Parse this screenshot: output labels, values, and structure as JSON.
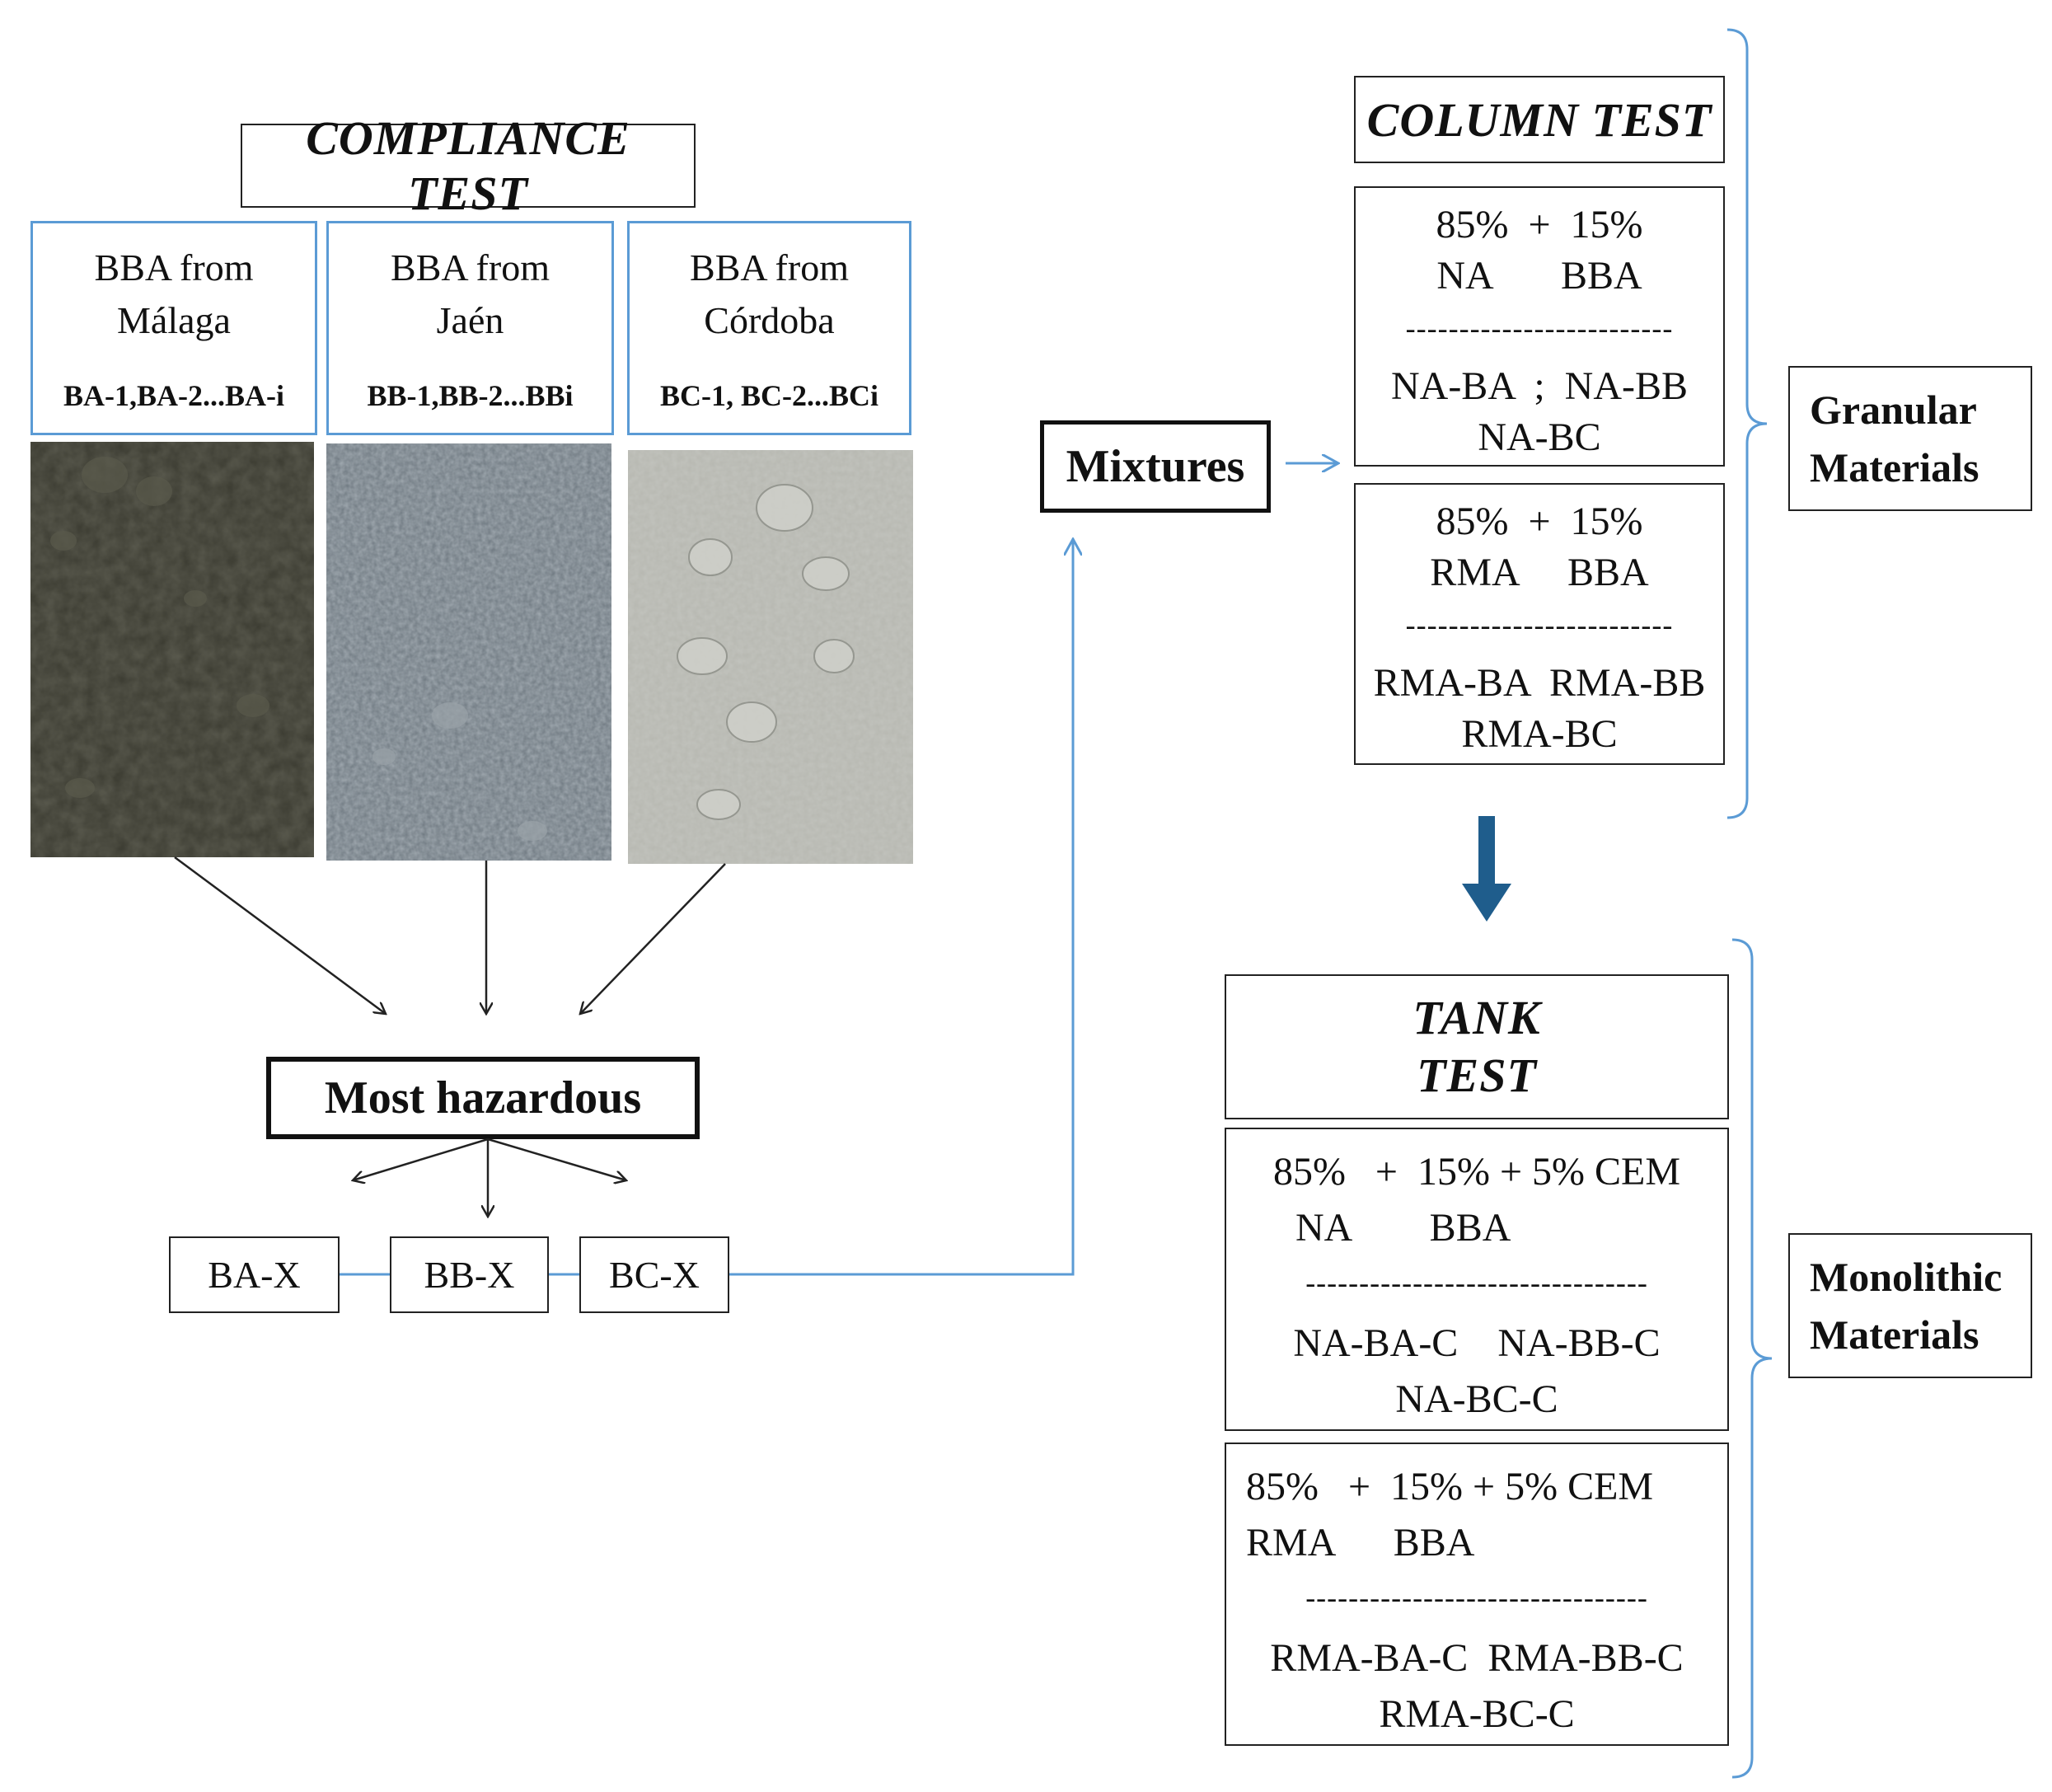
{
  "compliance": {
    "title": "COMPLIANCE TEST",
    "sources": [
      {
        "line1": "BBA from",
        "line2": "Málaga",
        "codes": "BA-1,BA-2...BA-i"
      },
      {
        "line1": "BBA from",
        "line2": "Jaén",
        "codes": "BB-1,BB-2...BBi"
      },
      {
        "line1": "BBA from",
        "line2": "Córdoba",
        "codes": "BC-1, BC-2...BCi"
      }
    ],
    "most_hazardous": "Most hazardous",
    "selected": [
      "BA-X",
      "BB-X",
      "BC-X"
    ]
  },
  "mixtures_label": "Mixtures",
  "column": {
    "title": "COLUMN TEST",
    "boxes": [
      {
        "ratio": "85%  +  15%",
        "materials": "NA       BBA",
        "dashes": "-------------------------",
        "line1": "NA-BA  ;  NA-BB",
        "line2": "NA-BC"
      },
      {
        "ratio": "85%  +  15%",
        "materials": "RMA     BBA",
        "dashes": "-------------------------",
        "line1": "RMA-BA  RMA-BB",
        "line2": "RMA-BC"
      }
    ]
  },
  "tank": {
    "title_line1": "TANK",
    "title_line2": "TEST",
    "boxes": [
      {
        "ratio": "85%   +  15% + 5% CEM",
        "materials": "NA        BBA",
        "dashes": "--------------------------------",
        "line1": "NA-BA-C    NA-BB-C",
        "line2": "NA-BC-C"
      },
      {
        "ratio": "85%   +  15% + 5% CEM",
        "materials": "RMA      BBA",
        "dashes": "--------------------------------",
        "line1": "RMA-BA-C  RMA-BB-C",
        "line2": "RMA-BC-C"
      }
    ]
  },
  "side_labels": {
    "granular_line1": "Granular",
    "granular_line2": "Materials",
    "monolithic_line1": "Monolithic",
    "monolithic_line2": "Materials"
  },
  "colors": {
    "blue_border": "#5b9bd5",
    "dark_arrow": "#1f5d8c",
    "photo_malaga": "#3a3a30",
    "photo_jaen": "#6e7880",
    "photo_cordoba": "#b6b7b0"
  }
}
